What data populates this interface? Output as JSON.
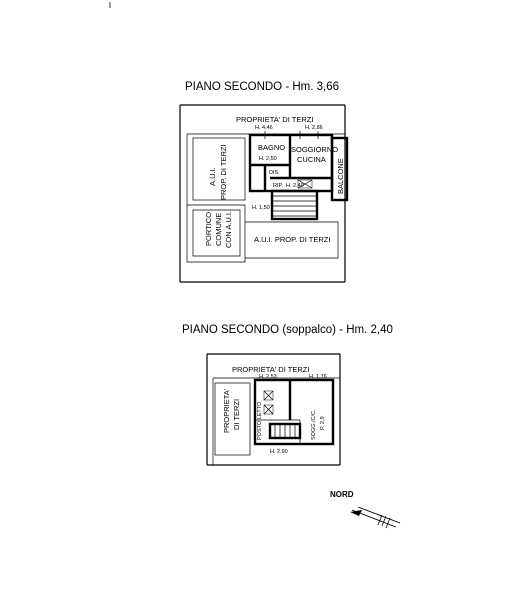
{
  "plan_top": {
    "title": "PIANO SECONDO - Hm. 3,66",
    "labels": {
      "proprieta_terzi": "PROPRIETA' DI TERZI",
      "h_446": "H. 4,46",
      "h_286": "H. 2,86",
      "bagno": "BAGNO",
      "h_250": "H. 2,50",
      "soggiorno": "SOGGIORNO",
      "cucina": "CUCINA",
      "dis": "DIS.",
      "rip": "RIP.",
      "rip_h": "H. 2,40",
      "balcone": "BALCONE",
      "aui_left": "A.U.I.",
      "prop_terzi_left": "PROP. DI TERZI",
      "h_150": "H. 1,50",
      "portico_1": "PORTICO",
      "portico_2": "COMUNE",
      "portico_3": "CON A.U.I.",
      "aui_bottom": "A.U.I. PROP. DI TERZI"
    }
  },
  "plan_bottom": {
    "title": "PIANO SECONDO (soppalco) - Hm. 2,40",
    "labels": {
      "proprieta_terzi": "PROPRIETA' DI TERZI",
      "h_253": "H. 2,53",
      "h_176": "H. 1,76",
      "proprieta_left_1": "PROPRIETA'",
      "proprieta_left_2": "DI TERZI",
      "posto_letto": "POSTO LETTO",
      "sogg": "SOGG./C/C.",
      "sogg_h": "P. 2,9",
      "h_290": "H. 2,90"
    }
  },
  "north": {
    "label": "NORD"
  }
}
